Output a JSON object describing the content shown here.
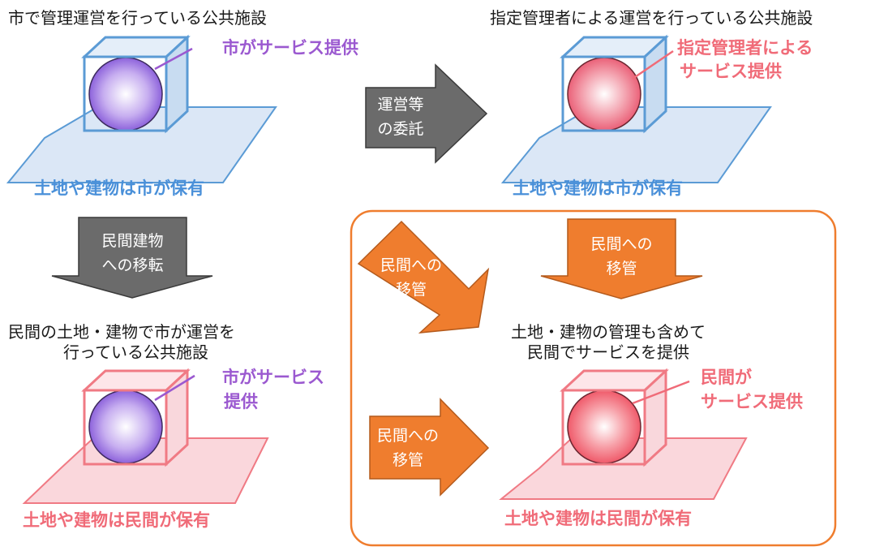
{
  "panels": {
    "top_left": {
      "heading": "市で管理運営を行っている公共施設",
      "service": "市がサービス提供",
      "ownership": "土地や建物は市が保有"
    },
    "top_right": {
      "heading": "指定管理者による運営を行っている公共施設",
      "service_line1": "指定管理者による",
      "service_line2": "サービス提供",
      "ownership": "土地や建物は市が保有"
    },
    "bottom_left": {
      "heading_line1": "民間の土地・建物で市が運営を",
      "heading_line2": "行っている公共施設",
      "service_line1": "市がサービス",
      "service_line2": "提供",
      "ownership": "土地や建物は民間が保有"
    },
    "bottom_right": {
      "heading_line1": "土地・建物の管理も含めて",
      "heading_line2": "民間でサービスを提供",
      "service_line1": "民間が",
      "service_line2": "サービス提供",
      "ownership": "土地や建物は民間が保有"
    }
  },
  "arrows": {
    "outsourcing": {
      "line1": "運営等",
      "line2": "の委託",
      "color": "#666666"
    },
    "relocation": {
      "line1": "民間建物",
      "line2": "への移転",
      "color": "#666666"
    },
    "transfer_top": {
      "line1": "民間への",
      "line2": "移管",
      "color": "#ef7d2e"
    },
    "transfer_diagonal": {
      "line1": "民間への",
      "line2": "移管",
      "color": "#ef7d2e"
    },
    "transfer_left": {
      "line1": "民間への",
      "line2": "移管",
      "color": "#ef7d2e"
    }
  },
  "colors": {
    "city_blue": "#4a90d9",
    "private_pink": "#f06b78",
    "city_service_purple": "#9b59d0",
    "private_area_border": "#ef7d2e"
  }
}
